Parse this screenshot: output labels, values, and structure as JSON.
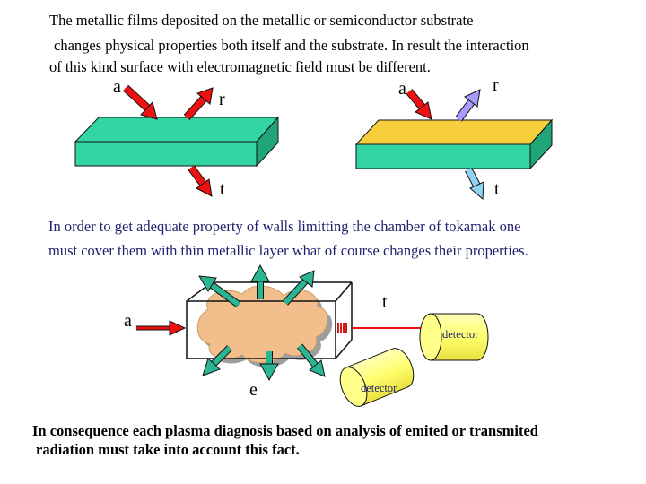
{
  "intro": {
    "line1": "The metallic films deposited on the metallic or semiconductor substrate",
    "line2": "changes physical properties both itself and  the substrate. In result  the interaction",
    "line3": "of this kind surface with electromagnetic field must be different."
  },
  "panel_left": {
    "incident": "a",
    "reflected": "r",
    "transmitted": "t"
  },
  "panel_right": {
    "incident": "a",
    "reflected": "r",
    "transmitted": "t"
  },
  "middle": {
    "line1": "In order to get adequate  property of walls limitting  the chamber of tokamak one",
    "line2": "must cover them with thin metallic layer what of course changes their properties."
  },
  "tokamak": {
    "incident": "a",
    "transmitted": "t",
    "emitted": "e",
    "detector_right": "detector",
    "detector_bottom": "detector"
  },
  "conclusion": {
    "line1": "In consequence each plasma  diagnosis based on analysis of emited or transmited",
    "line2": "radiation must take into account this fact."
  },
  "colors": {
    "green_slab": "#33d6a3",
    "yellow_slab": "#f7cf3c",
    "red_arrow": "#ee1111",
    "violet_arrow": "#a69bff",
    "cyan_arrow": "#8fd2f2",
    "teal_arrow": "#2bb592",
    "plasma": "#f2be8c",
    "detector": "#ffff8a"
  }
}
